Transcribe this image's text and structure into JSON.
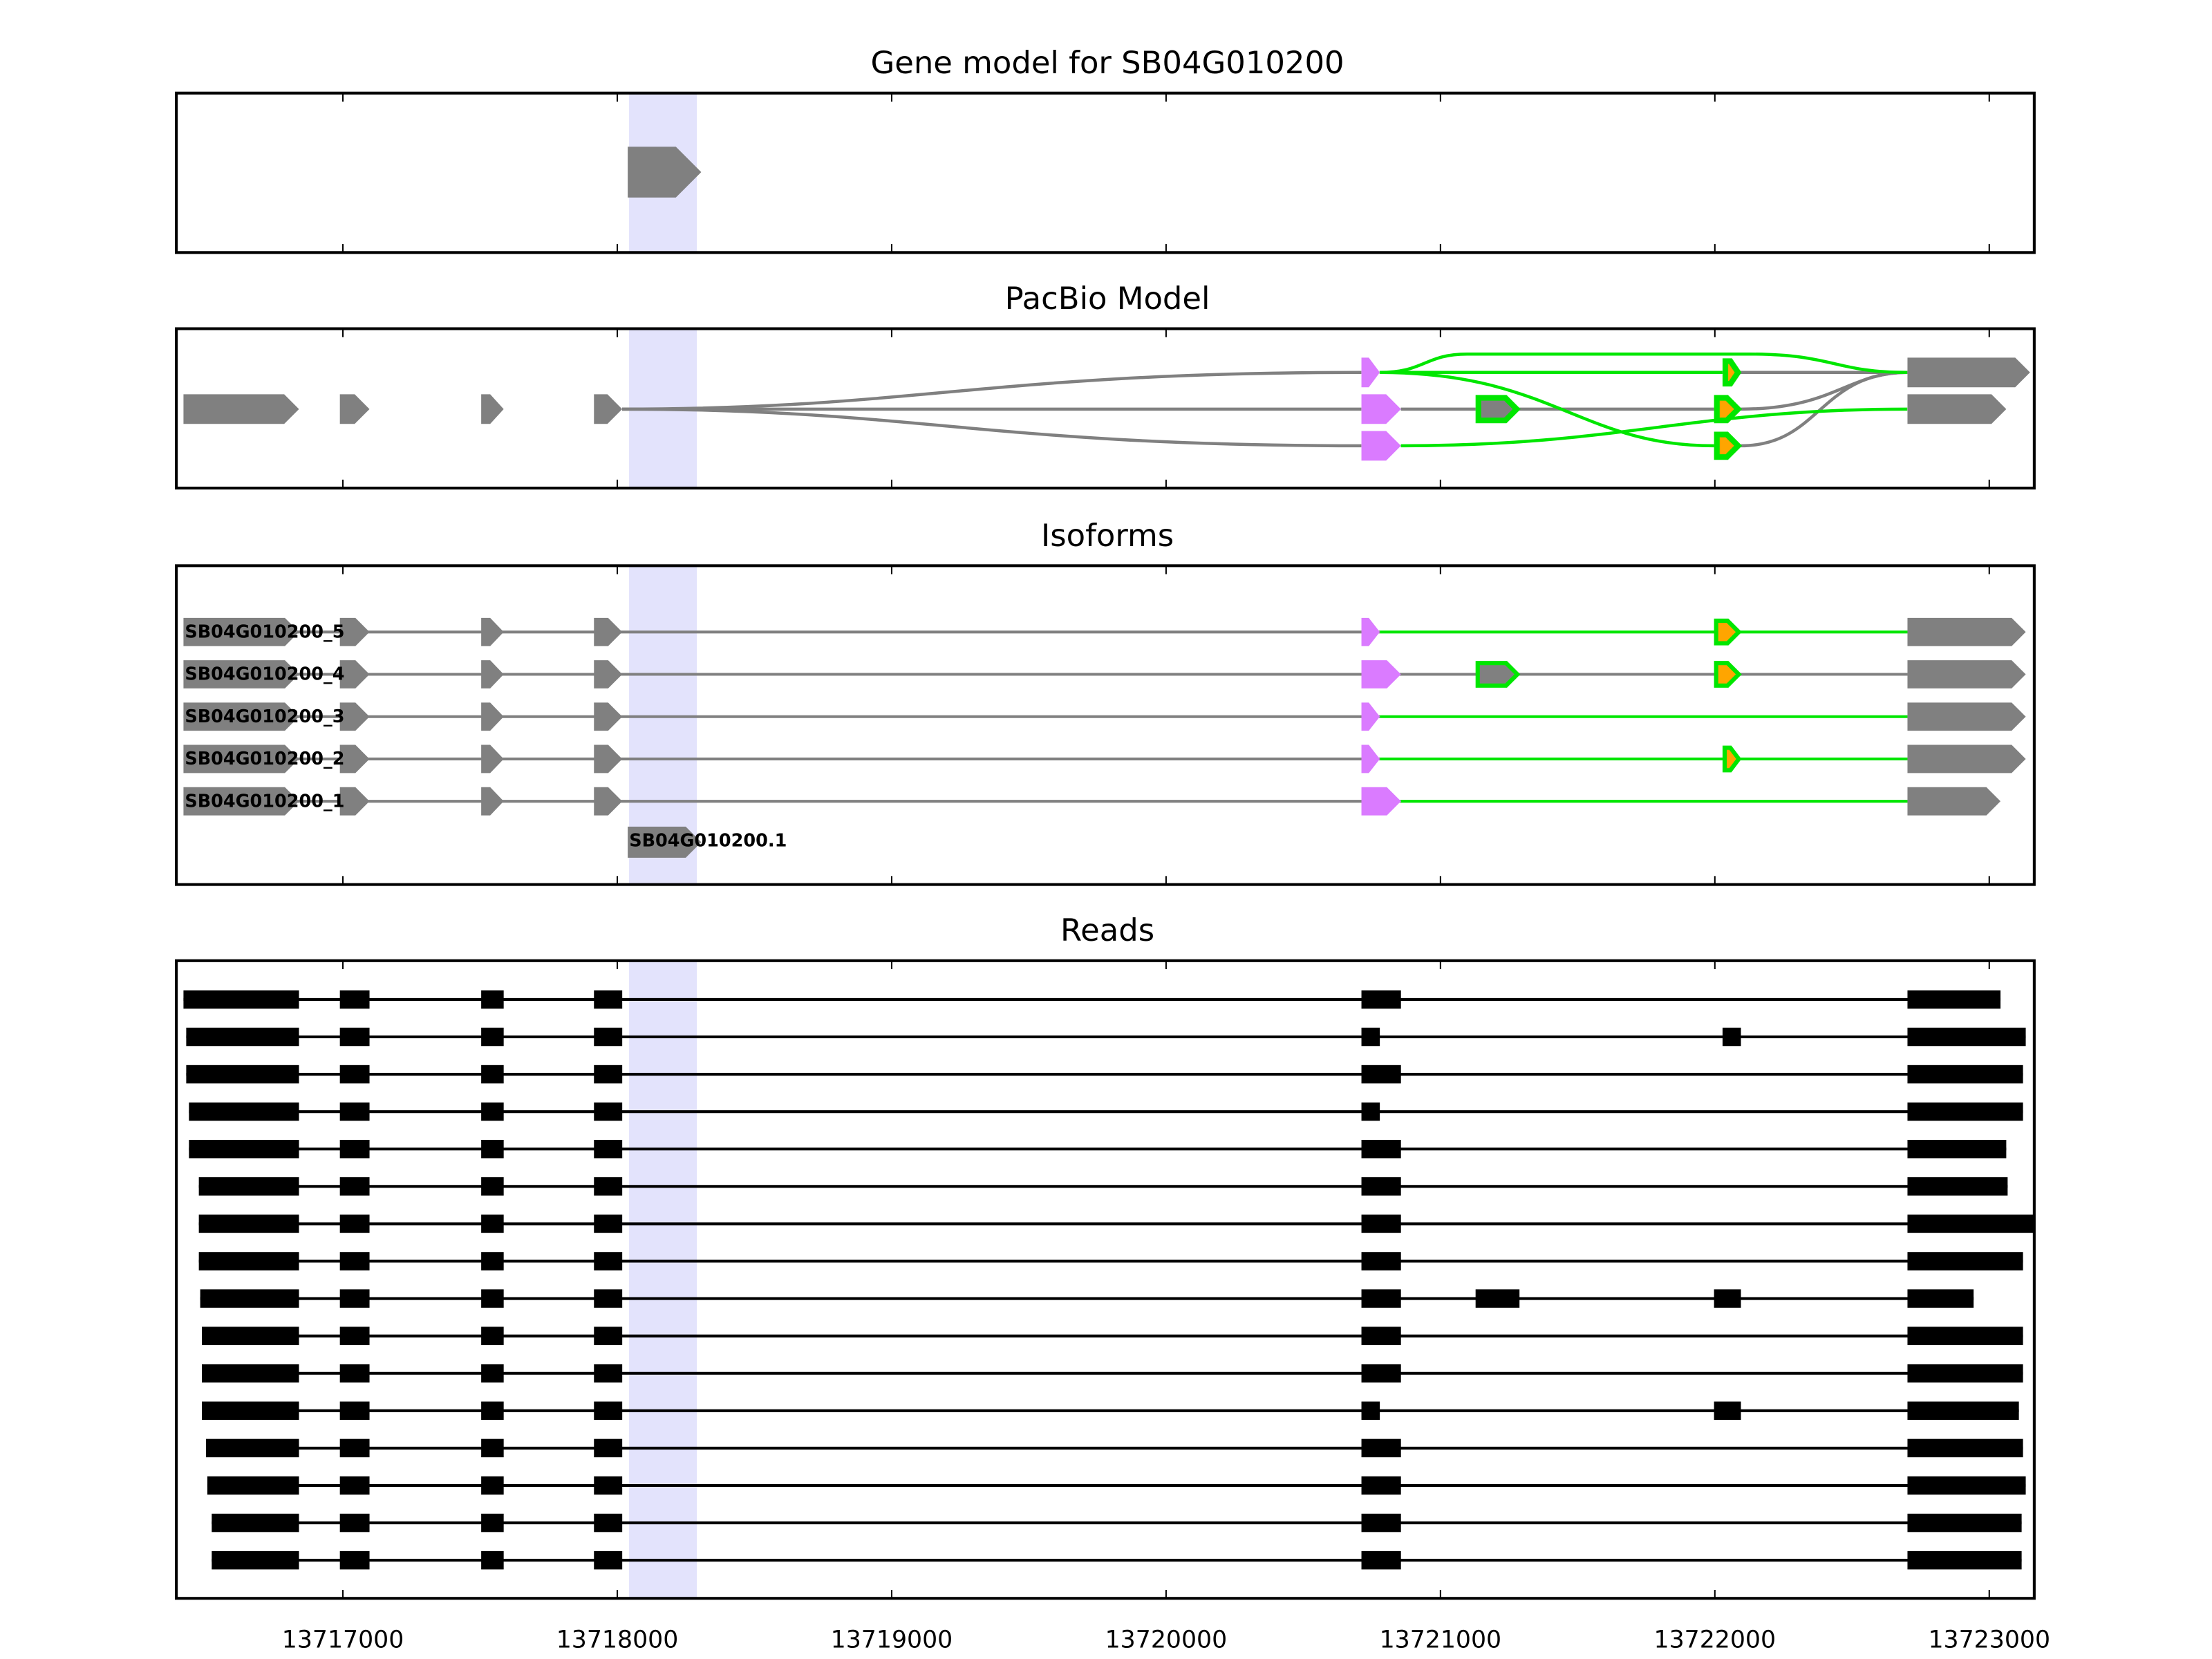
{
  "titles": {
    "gene_model": "Gene model for SB04G010200",
    "pacbio": "PacBio Model",
    "isoforms": "Isoforms",
    "reads": "Reads"
  },
  "colors": {
    "gray": "#808080",
    "pink": "#DA7BFF",
    "green": "#00E600",
    "orange": "#FFA500",
    "highlight": "#E3E3FC",
    "read": "#000000"
  },
  "axis": {
    "xlim": [
      13716393,
      13723164
    ],
    "ticks": [
      13717000,
      13718000,
      13719000,
      13720000,
      13721000,
      13722000,
      13723000
    ],
    "tick_labels": [
      "13717000",
      "13718000",
      "13719000",
      "13720000",
      "13721000",
      "13722000",
      "13723000"
    ]
  },
  "highlight_region": [
    13718043,
    13718290
  ],
  "gene_model": {
    "name": "SB04G010200.1",
    "exons": [
      [
        13718038,
        13718306
      ]
    ]
  },
  "isoforms": [
    {
      "label": "SB04G010200_5",
      "exons": [
        [
          13716419,
          13716840,
          "gray"
        ],
        [
          13716989,
          13717097,
          "gray"
        ],
        [
          13717504,
          13717586,
          "gray"
        ],
        [
          13717915,
          13718018,
          "gray"
        ],
        [
          13720712,
          13720779,
          "pink"
        ],
        [
          13721997,
          13722095,
          "boxed-orange"
        ],
        [
          13722702,
          13723133,
          "gray"
        ]
      ],
      "green_from": 13720779
    },
    {
      "label": "SB04G010200_4",
      "exons": [
        [
          13716419,
          13716840,
          "gray"
        ],
        [
          13716989,
          13717097,
          "gray"
        ],
        [
          13717504,
          13717586,
          "gray"
        ],
        [
          13717915,
          13718018,
          "gray"
        ],
        [
          13720712,
          13720856,
          "pink"
        ],
        [
          13721128,
          13721288,
          "boxed-gray"
        ],
        [
          13721997,
          13722095,
          "boxed-orange"
        ],
        [
          13722702,
          13723133,
          "gray"
        ]
      ],
      "green_from": null
    },
    {
      "label": "SB04G010200_3",
      "exons": [
        [
          13716419,
          13716840,
          "gray"
        ],
        [
          13716989,
          13717097,
          "gray"
        ],
        [
          13717504,
          13717586,
          "gray"
        ],
        [
          13717915,
          13718018,
          "gray"
        ],
        [
          13720712,
          13720779,
          "pink"
        ],
        [
          13722702,
          13723133,
          "gray"
        ]
      ],
      "green_from": 13720779
    },
    {
      "label": "SB04G010200_2",
      "exons": [
        [
          13716419,
          13716840,
          "gray"
        ],
        [
          13716989,
          13717097,
          "gray"
        ],
        [
          13717504,
          13717586,
          "gray"
        ],
        [
          13717915,
          13718018,
          "gray"
        ],
        [
          13720712,
          13720779,
          "pink"
        ],
        [
          13722028,
          13722095,
          "boxed-orange"
        ],
        [
          13722702,
          13723133,
          "gray"
        ]
      ],
      "green_from": 13720779
    },
    {
      "label": "SB04G010200_1",
      "exons": [
        [
          13716419,
          13716840,
          "gray"
        ],
        [
          13716989,
          13717097,
          "gray"
        ],
        [
          13717504,
          13717586,
          "gray"
        ],
        [
          13717915,
          13718018,
          "gray"
        ],
        [
          13720712,
          13720856,
          "pink"
        ],
        [
          13722702,
          13723041,
          "gray"
        ]
      ],
      "green_from": 13720856
    }
  ],
  "reads": [
    [
      [
        13716419,
        13716840
      ],
      [
        13716989,
        13717097
      ],
      [
        13717504,
        13717586
      ],
      [
        13717915,
        13718018
      ],
      [
        13720712,
        13720856
      ],
      [
        13722702,
        13723041
      ]
    ],
    [
      [
        13716429,
        13716840
      ],
      [
        13716989,
        13717097
      ],
      [
        13717504,
        13717586
      ],
      [
        13717915,
        13718018
      ],
      [
        13720712,
        13720779
      ],
      [
        13722028,
        13722095
      ],
      [
        13722702,
        13723133
      ]
    ],
    [
      [
        13716429,
        13716840
      ],
      [
        13716989,
        13717097
      ],
      [
        13717504,
        13717586
      ],
      [
        13717915,
        13718018
      ],
      [
        13720712,
        13720856
      ],
      [
        13722702,
        13723123
      ]
    ],
    [
      [
        13716439,
        13716840
      ],
      [
        13716989,
        13717097
      ],
      [
        13717504,
        13717586
      ],
      [
        13717915,
        13718018
      ],
      [
        13720712,
        13720779
      ],
      [
        13722702,
        13723123
      ]
    ],
    [
      [
        13716439,
        13716840
      ],
      [
        13716989,
        13717097
      ],
      [
        13717504,
        13717586
      ],
      [
        13717915,
        13718018
      ],
      [
        13720712,
        13720856
      ],
      [
        13722702,
        13723062
      ]
    ],
    [
      [
        13716475,
        13716840
      ],
      [
        13716989,
        13717097
      ],
      [
        13717504,
        13717586
      ],
      [
        13717915,
        13718018
      ],
      [
        13720712,
        13720856
      ],
      [
        13722702,
        13723067
      ]
    ],
    [
      [
        13716475,
        13716840
      ],
      [
        13716989,
        13717097
      ],
      [
        13717504,
        13717586
      ],
      [
        13717915,
        13718018
      ],
      [
        13720712,
        13720856
      ],
      [
        13722702,
        13723164
      ]
    ],
    [
      [
        13716475,
        13716840
      ],
      [
        13716989,
        13717097
      ],
      [
        13717504,
        13717586
      ],
      [
        13717915,
        13718018
      ],
      [
        13720712,
        13720856
      ],
      [
        13722702,
        13723123
      ]
    ],
    [
      [
        13716480,
        13716840
      ],
      [
        13716989,
        13717097
      ],
      [
        13717504,
        13717586
      ],
      [
        13717915,
        13718018
      ],
      [
        13720712,
        13720856
      ],
      [
        13721128,
        13721288
      ],
      [
        13721997,
        13722095
      ],
      [
        13722702,
        13722943
      ]
    ],
    [
      [
        13716486,
        13716840
      ],
      [
        13716989,
        13717097
      ],
      [
        13717504,
        13717586
      ],
      [
        13717915,
        13718018
      ],
      [
        13720712,
        13720856
      ],
      [
        13722702,
        13723123
      ]
    ],
    [
      [
        13716486,
        13716840
      ],
      [
        13716989,
        13717097
      ],
      [
        13717504,
        13717586
      ],
      [
        13717915,
        13718018
      ],
      [
        13720712,
        13720856
      ],
      [
        13722702,
        13723123
      ]
    ],
    [
      [
        13716486,
        13716840
      ],
      [
        13716989,
        13717097
      ],
      [
        13717504,
        13717586
      ],
      [
        13717915,
        13718018
      ],
      [
        13720712,
        13720779
      ],
      [
        13721997,
        13722095
      ],
      [
        13722702,
        13723108
      ]
    ],
    [
      [
        13716501,
        13716840
      ],
      [
        13716989,
        13717097
      ],
      [
        13717504,
        13717586
      ],
      [
        13717915,
        13718018
      ],
      [
        13720712,
        13720856
      ],
      [
        13722702,
        13723123
      ]
    ],
    [
      [
        13716506,
        13716840
      ],
      [
        13716989,
        13717097
      ],
      [
        13717504,
        13717586
      ],
      [
        13717915,
        13718018
      ],
      [
        13720712,
        13720856
      ],
      [
        13722702,
        13723133
      ]
    ],
    [
      [
        13716522,
        13716840
      ],
      [
        13716989,
        13717097
      ],
      [
        13717504,
        13717586
      ],
      [
        13717915,
        13718018
      ],
      [
        13720712,
        13720856
      ],
      [
        13722702,
        13723118
      ]
    ],
    [
      [
        13716522,
        13716840
      ],
      [
        13716989,
        13717097
      ],
      [
        13717504,
        13717586
      ],
      [
        13717915,
        13718018
      ],
      [
        13720712,
        13720856
      ],
      [
        13722702,
        13723118
      ]
    ]
  ]
}
